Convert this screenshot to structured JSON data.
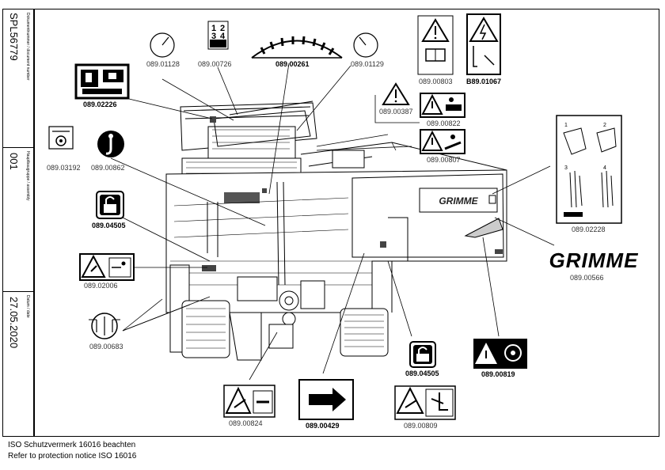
{
  "title_block": {
    "document_number": "SPL56779",
    "document_number_caption": "Dokumentnummer / document number",
    "assembly": "001",
    "assembly_caption": "Hauptbaugruppe / assembly",
    "date": "27.05.2020",
    "date_caption": "Datum / date"
  },
  "labels": [
    {
      "id": "089.01128",
      "weight": "plain"
    },
    {
      "id": "089.00726",
      "weight": "plain"
    },
    {
      "id": "089.00261",
      "weight": "bold"
    },
    {
      "id": "089.01129",
      "weight": "plain"
    },
    {
      "id": "089.00803",
      "weight": "plain"
    },
    {
      "id": "B89.01067",
      "weight": "bold"
    },
    {
      "id": "089.02226",
      "weight": "bold"
    },
    {
      "id": "089.00387",
      "weight": "plain"
    },
    {
      "id": "089.00822",
      "weight": "plain"
    },
    {
      "id": "089.00807",
      "weight": "plain"
    },
    {
      "id": "089.03192",
      "weight": "plain"
    },
    {
      "id": "089.00862",
      "weight": "plain"
    },
    {
      "id": "089.04505",
      "weight": "bold"
    },
    {
      "id": "089.02006",
      "weight": "plain"
    },
    {
      "id": "089.00683",
      "weight": "plain"
    },
    {
      "id": "089.00824",
      "weight": "plain"
    },
    {
      "id": "089.00429",
      "weight": "bold"
    },
    {
      "id": "089.04505",
      "weight": "bold"
    },
    {
      "id": "089.00809",
      "weight": "plain"
    },
    {
      "id": "089.00819",
      "weight": "bold"
    },
    {
      "id": "089.00566",
      "weight": "plain"
    },
    {
      "id": "089.02228",
      "weight": "plain"
    }
  ],
  "brand": "GRIMME",
  "machine_brand": "GRIMME",
  "keypad_digits": [
    "1",
    "2",
    "3",
    "4"
  ],
  "sticker_steps": [
    "1",
    "2",
    "3",
    "4"
  ],
  "footer": {
    "line1": "ISO Schutzvermerk 16016 beachten",
    "line2": "Refer to protection notice ISO 16016"
  }
}
